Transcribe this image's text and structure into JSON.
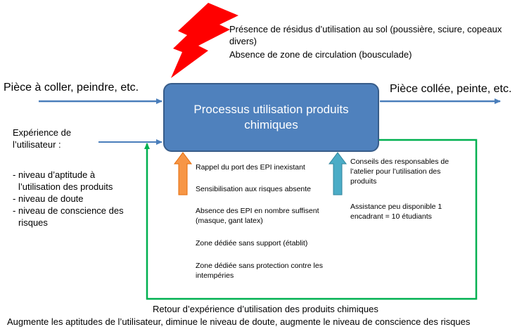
{
  "top_hazards": [
    "Présence de résidus d’utilisation au sol (poussière, sciure, copeaux divers)",
    "Absence de zone de circulation  (bousculade)"
  ],
  "input_label": "Pièce à coller, peindre, etc.",
  "output_label": "Pièce collée, peinte, etc.",
  "process_label": "Processus utilisation produits chimiques",
  "experience": {
    "title": "Expérience de l’utilisateur :",
    "items": [
      "niveau d’aptitude à l’utilisation des produits",
      "niveau de doute",
      "niveau de conscience des risques"
    ]
  },
  "constraints": [
    "Rappel du port des EPI inexistant",
    "Sensibilisation aux risques absente",
    "Absence des EPI en nombre suffisent (masque, gant latex)",
    "Zone dédiée sans support (établit)",
    "Zone dédiée sans protection contre les intempéries"
  ],
  "advice": [
    "Conseils des  responsables de l’atelier pour l’utilisation des produits",
    "Assistance peu disponible 1 encadrant = 10 étudiants"
  ],
  "feedback": [
    "Retour d’expérience d’utilisation  des produits chimiques",
    "Augmente les aptitudes de l’utilisateur, diminue le niveau de doute, augmente le niveau de conscience des risques"
  ],
  "colors": {
    "process_fill": "#4f81bd",
    "lightning": "#ff0000",
    "flow_arrow": "#4a7ebb",
    "feedback_loop": "#00b050",
    "constraint_arrow": "#f79646",
    "advice_arrow": "#4bacc6"
  }
}
